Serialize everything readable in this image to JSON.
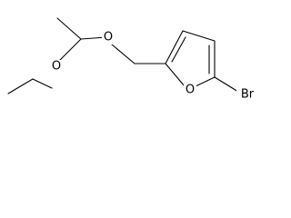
{
  "molecule": {
    "atoms": [
      {
        "id": "o_ether_top",
        "label": "O"
      },
      {
        "id": "o_ether_left",
        "label": "O"
      },
      {
        "id": "o_furan",
        "label": "O"
      },
      {
        "id": "br",
        "label": "Br"
      }
    ],
    "colors": {
      "bond": "#000000",
      "label": "#000000",
      "background": "#ffffff"
    }
  }
}
